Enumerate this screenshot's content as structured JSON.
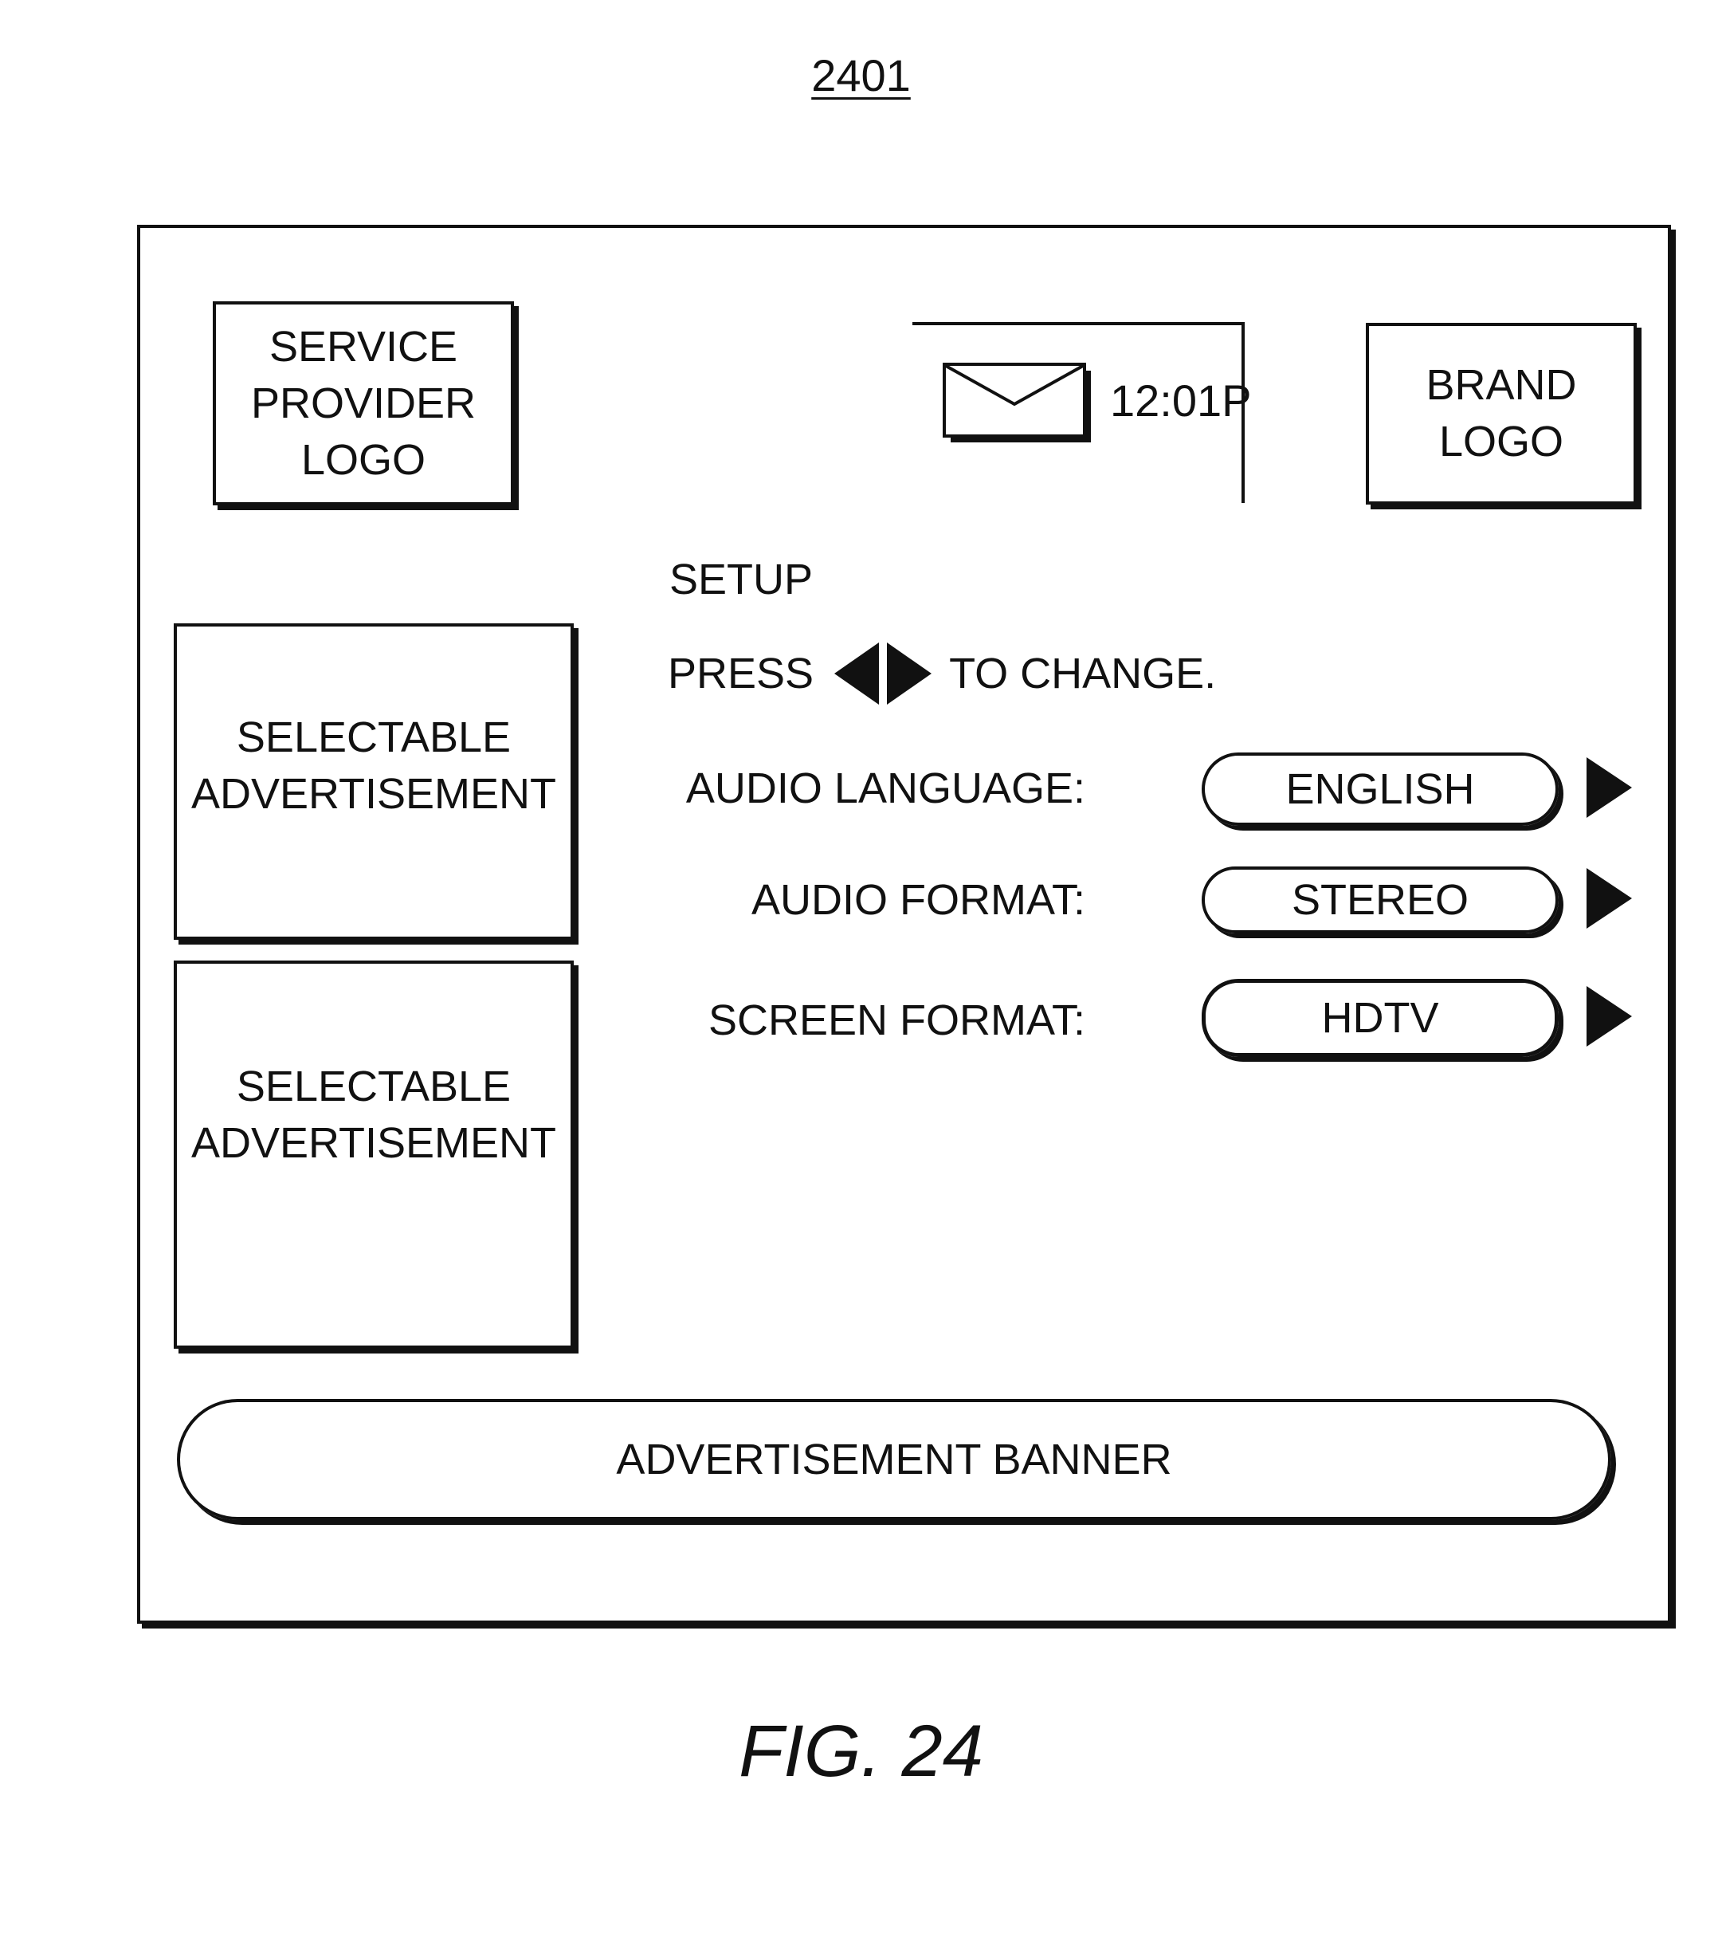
{
  "figure_ref": "2401",
  "figure_caption": "FIG. 24",
  "header": {
    "service_provider_logo_lines": [
      "SERVICE",
      "PROVIDER",
      "LOGO"
    ],
    "brand_logo_lines": [
      "BRAND",
      "LOGO"
    ],
    "mail_icon": "envelope-icon",
    "clock": "12:01P"
  },
  "ads": [
    {
      "lines": [
        "SELECTABLE",
        "ADVERTISEMENT"
      ]
    },
    {
      "lines": [
        "SELECTABLE",
        "ADVERTISEMENT"
      ]
    }
  ],
  "setup": {
    "title": "SETUP",
    "press_prefix": "PRESS",
    "press_icon": "left-right-arrows-icon",
    "press_suffix": "TO CHANGE.",
    "options": [
      {
        "label": "AUDIO LANGUAGE:",
        "value": "ENGLISH",
        "arrow_icon": "right-arrow-icon"
      },
      {
        "label": "AUDIO FORMAT:",
        "value": "STEREO",
        "arrow_icon": "right-arrow-icon"
      },
      {
        "label": "SCREEN FORMAT:",
        "value": "HDTV",
        "arrow_icon": "right-arrow-icon"
      }
    ]
  },
  "banner": {
    "label": "ADVERTISEMENT BANNER"
  }
}
